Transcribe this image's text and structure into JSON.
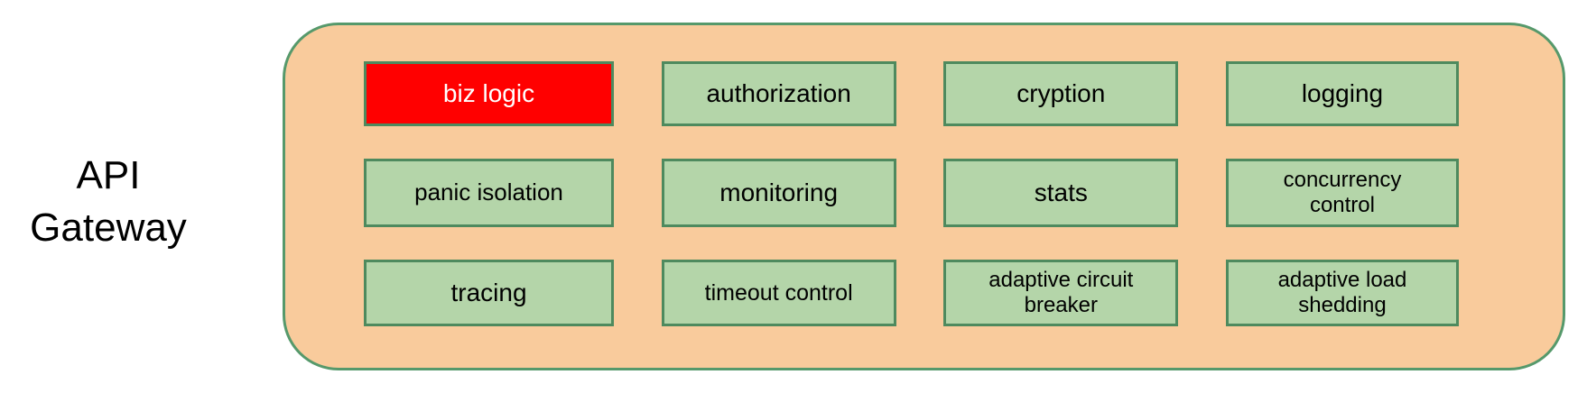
{
  "diagram": {
    "gateway_label": {
      "line1": "API",
      "line2": "Gateway"
    },
    "modules": [
      {
        "label": "biz logic",
        "highlighted": true
      },
      {
        "label": "authorization",
        "highlighted": false
      },
      {
        "label": "cryption",
        "highlighted": false
      },
      {
        "label": "logging",
        "highlighted": false
      },
      {
        "label": "panic isolation",
        "highlighted": false
      },
      {
        "label": "monitoring",
        "highlighted": false
      },
      {
        "label": "stats",
        "highlighted": false
      },
      {
        "label": "concurrency\ncontrol",
        "highlighted": false
      },
      {
        "label": "tracing",
        "highlighted": false
      },
      {
        "label": "timeout control",
        "highlighted": false
      },
      {
        "label": "adaptive circuit\nbreaker",
        "highlighted": false
      },
      {
        "label": "adaptive load\nshedding",
        "highlighted": false
      }
    ],
    "colors": {
      "container_fill": "#f9cb9c",
      "container_border": "#56996b",
      "module_fill": "#b4d5a9",
      "module_border": "#4e8a5e",
      "highlight_fill": "#ff0000",
      "highlight_text": "#ffffff",
      "text": "#000000"
    }
  }
}
